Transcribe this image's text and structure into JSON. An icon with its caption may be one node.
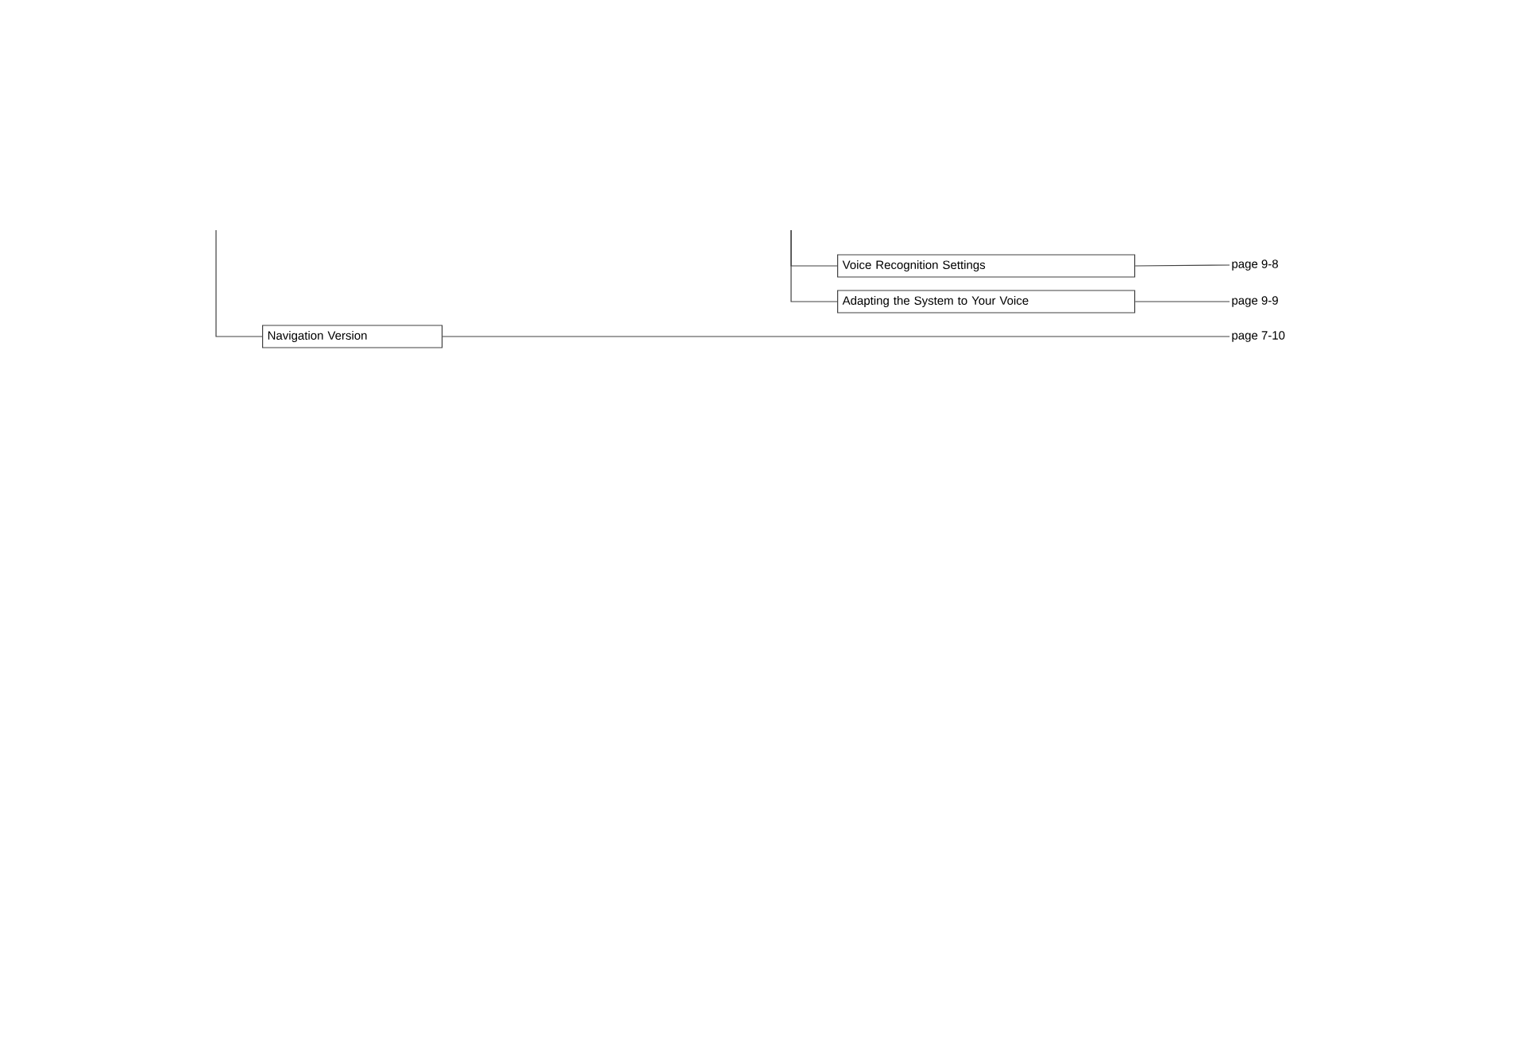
{
  "diagram": {
    "nodes": [
      {
        "text": [
          "Voice Recognition Settings"
        ]
      },
      {
        "text": [
          "page 9-8"
        ]
      },
      {
        "text": [
          "Adapting the System to Your Voice"
        ]
      },
      {
        "text": [
          "page 9-9"
        ]
      },
      {
        "text": [
          "Navigation Version"
        ]
      },
      {
        "text": [
          "page 7-10"
        ]
      }
    ],
    "edges": [
      {
        "from": null,
        "to": 0,
        "arrow": "none"
      },
      {
        "from": null,
        "to": 2,
        "arrow": "none"
      },
      {
        "from": null,
        "to": 4,
        "arrow": "none"
      },
      {
        "from": 0,
        "to": 1,
        "arrow": "none"
      },
      {
        "from": 2,
        "to": 3,
        "arrow": "none"
      },
      {
        "from": 4,
        "to": 5,
        "arrow": "none"
      }
    ]
  }
}
